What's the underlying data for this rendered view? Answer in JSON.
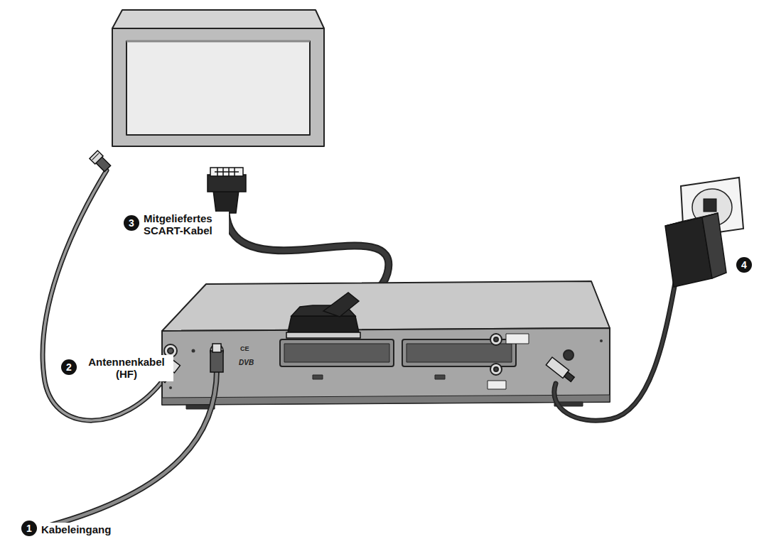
{
  "diagram": {
    "labels": [
      "1",
      "Kabeleingang",
      "2",
      "Antennenkabel (HF)",
      "3",
      "Mitgeliefertes SCART-Kabel",
      "4",
      "CE",
      "DVB"
    ]
  }
}
